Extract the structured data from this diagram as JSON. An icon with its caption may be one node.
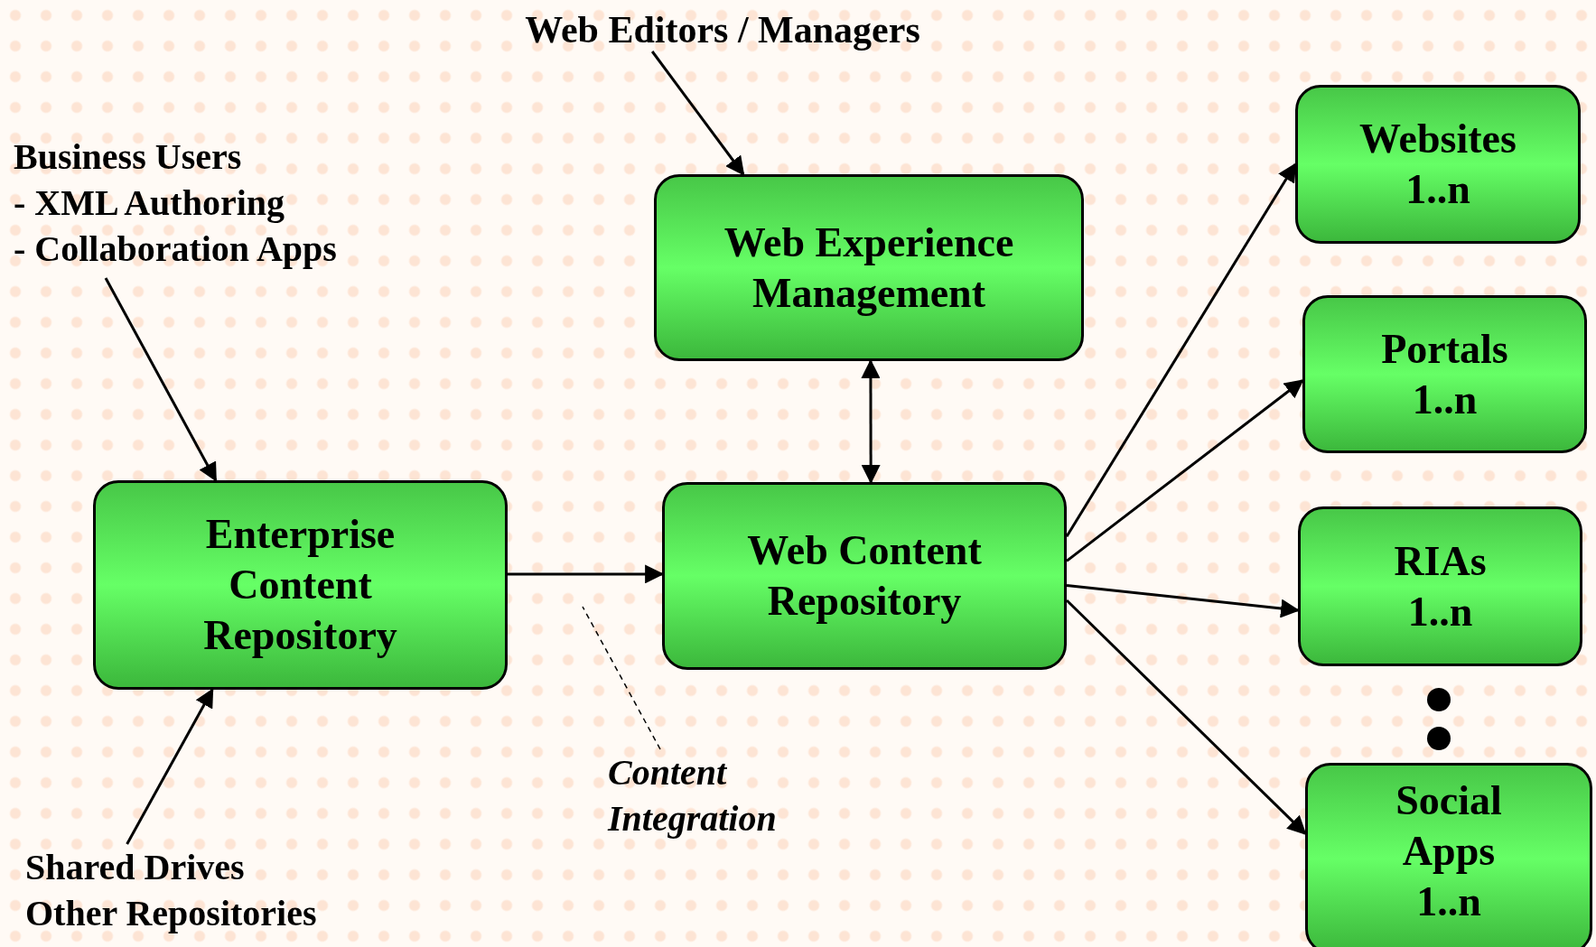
{
  "diagram": {
    "nodes": [
      {
        "text": [
          "Web Editors / Managers"
        ]
      },
      {
        "text": [
          "Business Users",
          "- XML Authoring",
          "- Collaboration Apps"
        ]
      },
      {
        "text": [
          "Web Experience Management"
        ]
      },
      {
        "text": [
          "Enterprise Content Repository"
        ]
      },
      {
        "text": [
          "Web Content Repository"
        ]
      },
      {
        "text": [
          "Websites",
          "1..n"
        ]
      },
      {
        "text": [
          "Portals",
          "1..n"
        ]
      },
      {
        "text": [
          "RIAs",
          "1..n"
        ]
      },
      {
        "text": [
          "Social Apps",
          "1..n"
        ]
      },
      {
        "text": [
          "Shared Drives",
          "Other Repositories"
        ]
      },
      {
        "text": [
          "Content Integration"
        ]
      }
    ],
    "edges": [
      {
        "from": 0,
        "to": 2,
        "arrow": "to"
      },
      {
        "from": 1,
        "to": 3,
        "arrow": "to"
      },
      {
        "from": 2,
        "to": 4,
        "arrow": "both"
      },
      {
        "from": 3,
        "to": 4,
        "arrow": "to"
      },
      {
        "from": 4,
        "to": 5,
        "arrow": "to"
      },
      {
        "from": 4,
        "to": 6,
        "arrow": "to"
      },
      {
        "from": 4,
        "to": 7,
        "arrow": "to"
      },
      {
        "from": 4,
        "to": 8,
        "arrow": "to"
      },
      {
        "from": 9,
        "to": 3,
        "arrow": "to"
      },
      {
        "from": 10,
        "to": null,
        "arrow": "none",
        "style": "dashed"
      }
    ]
  }
}
